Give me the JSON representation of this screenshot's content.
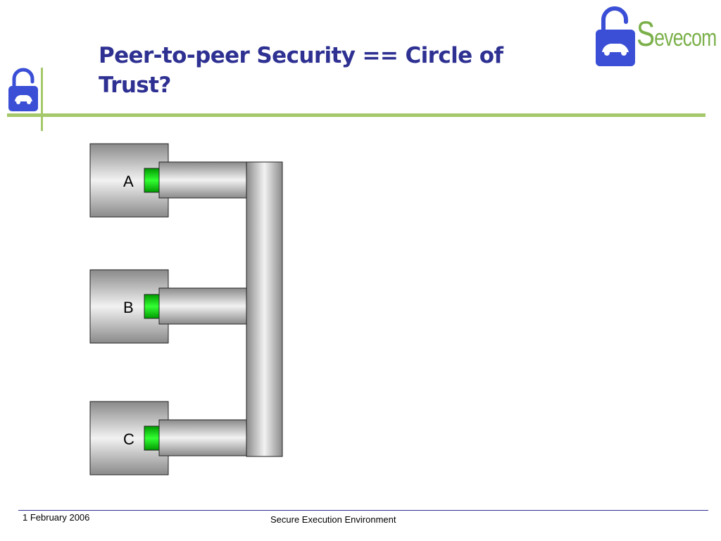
{
  "slide": {
    "title": "Peer-to-peer Security == Circle of Trust?",
    "brand": {
      "initial": "S",
      "rest": "evecom"
    },
    "footer": {
      "date": "1 February 2006",
      "center": "Secure Execution Environment"
    }
  },
  "diagram": {
    "nodes": [
      {
        "label": "A"
      },
      {
        "label": "B"
      },
      {
        "label": "C"
      }
    ]
  },
  "colors": {
    "title": "#2e3192",
    "accent_line": "#a5c86b",
    "lock_blue": "#3a4fd6",
    "brand_green": "#7bb04a",
    "connector_green": "#00cc00"
  },
  "icons": [
    "padlock-car-icon",
    "sevecom-logo"
  ]
}
